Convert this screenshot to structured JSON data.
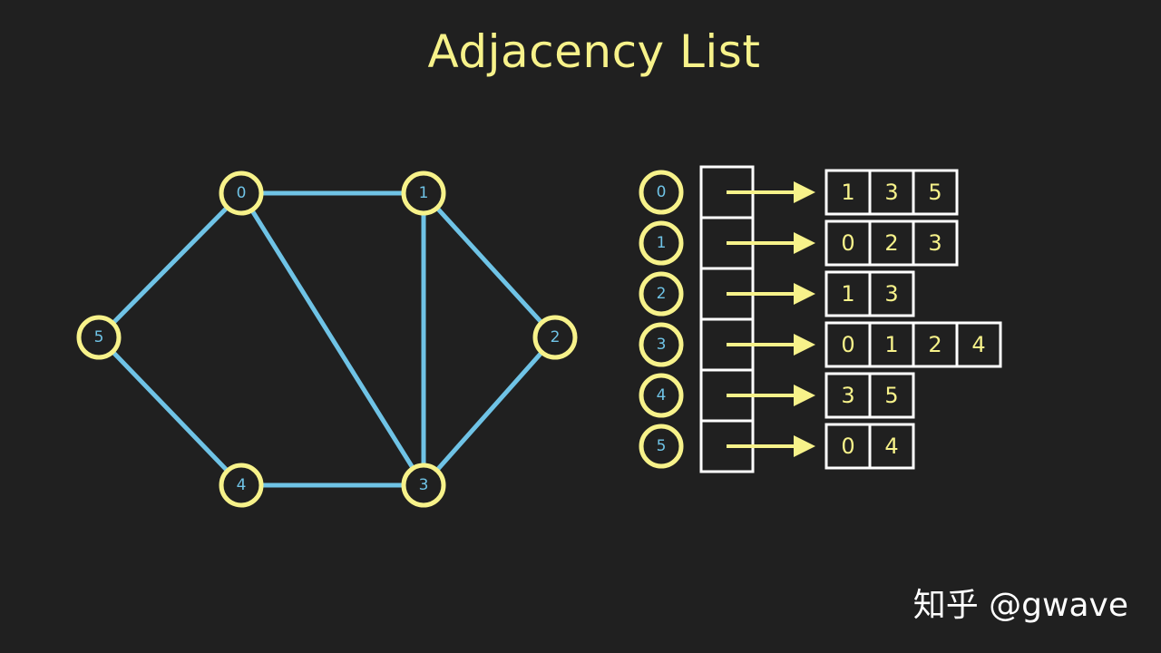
{
  "title": "Adjacency List",
  "watermark": "知乎 @gwave",
  "colors": {
    "background": "#202020",
    "node_stroke": "#f7f28a",
    "node_label": "#6fc3e6",
    "edge": "#6fc3e6",
    "box_stroke": "#ffffff",
    "arrow": "#f7f28a",
    "cell_text": "#f7f28a"
  },
  "graph": {
    "nodes": [
      "0",
      "1",
      "2",
      "3",
      "4",
      "5"
    ],
    "edges": [
      [
        "0",
        "1"
      ],
      [
        "0",
        "5"
      ],
      [
        "0",
        "3"
      ],
      [
        "1",
        "3"
      ],
      [
        "1",
        "2"
      ],
      [
        "2",
        "3"
      ],
      [
        "3",
        "4"
      ],
      [
        "4",
        "5"
      ]
    ]
  },
  "adjacency_list": [
    {
      "vertex": "0",
      "neighbors": [
        "1",
        "3",
        "5"
      ]
    },
    {
      "vertex": "1",
      "neighbors": [
        "0",
        "2",
        "3"
      ]
    },
    {
      "vertex": "2",
      "neighbors": [
        "1",
        "3"
      ]
    },
    {
      "vertex": "3",
      "neighbors": [
        "0",
        "1",
        "2",
        "4"
      ]
    },
    {
      "vertex": "4",
      "neighbors": [
        "3",
        "5"
      ]
    },
    {
      "vertex": "5",
      "neighbors": [
        "0",
        "4"
      ]
    }
  ]
}
